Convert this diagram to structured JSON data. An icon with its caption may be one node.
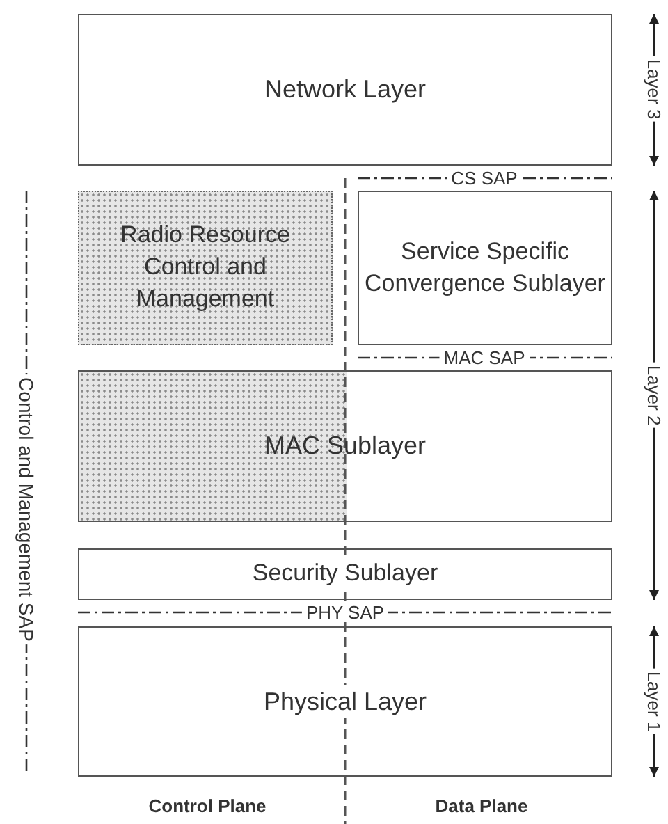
{
  "diagram": {
    "nodes": [
      {
        "text": [
          "Network Layer"
        ]
      },
      {
        "text": [
          "Radio Resource Control and Management"
        ]
      },
      {
        "text": [
          "Service Specific Convergence Sublayer"
        ]
      },
      {
        "text": [
          "MAC Sublayer"
        ]
      },
      {
        "text": [
          "Security Sublayer"
        ]
      },
      {
        "text": [
          "Physical Layer"
        ]
      }
    ],
    "labels": [
      "CS SAP",
      "MAC SAP",
      "PHY SAP",
      "Control and Management SAP",
      "Layer 3",
      "Layer 2",
      "Layer 1",
      "Control Plane",
      "Data Plane"
    ]
  }
}
